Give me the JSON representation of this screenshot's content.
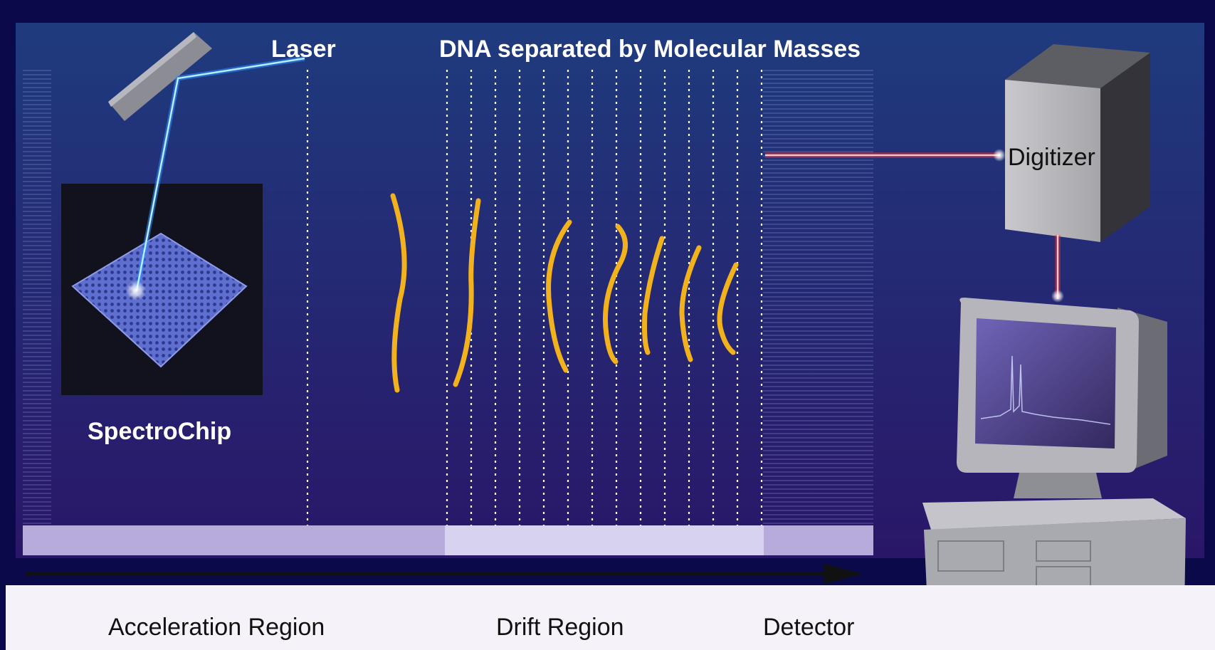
{
  "labels": {
    "laser": "Laser",
    "dna": "DNA separated by Molecular Masses",
    "chip": "SpectroChip",
    "digitizer": "Digitizer",
    "acceleration": "Acceleration Region",
    "drift": "Drift Region",
    "detector": "Detector"
  },
  "colors": {
    "frame": "#0a0a4a",
    "panel_top": "#1f3b7e",
    "panel_bottom": "#2a1668",
    "laser_beam": "#4fc3ff",
    "red_beam": "#ff3b3b",
    "dna_strand": "#f2b21d",
    "bottom_band": "#f6f2fa"
  }
}
